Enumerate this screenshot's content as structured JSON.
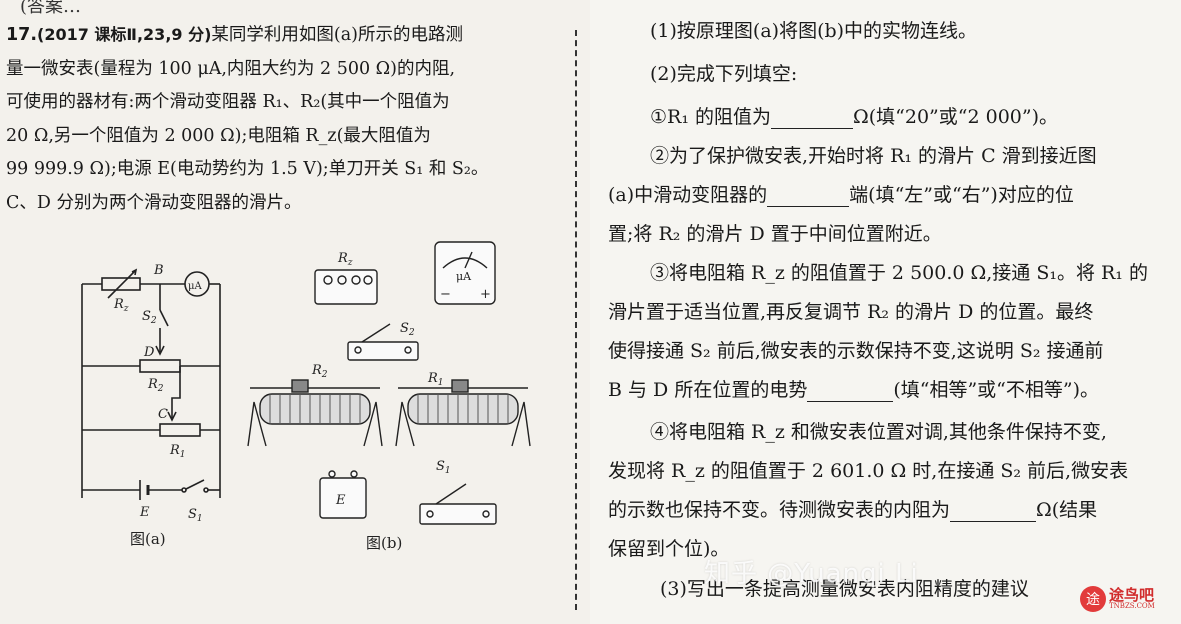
{
  "left": {
    "top_fragment": "(答案…",
    "question_number": "17.",
    "source": "(2017 课标Ⅱ,23,9 分)",
    "lines": [
      "某同学利用如图(a)所示的电路测",
      "量一微安表(量程为 100 μA,内阻大约为 2 500 Ω)的内阻,",
      "可使用的器材有:两个滑动变阻器 R₁、R₂(其中一个阻值为",
      "20 Ω,另一个阻值为 2 000 Ω);电阻箱 R_z(最大阻值为",
      "99 999.9 Ω);电源 E(电动势约为 1.5 V);单刀开关 S₁ 和 S₂。",
      "C、D 分别为两个滑动变阻器的滑片。"
    ],
    "fig_a": {
      "caption": "图(a)",
      "labels": {
        "Rz": "R",
        "Rz_sub": "z",
        "B": "B",
        "uA": "μA",
        "S2": "S",
        "S2_sub": "2",
        "D": "D",
        "R2": "R",
        "R2_sub": "2",
        "C": "C",
        "R1": "R",
        "R1_sub": "1",
        "E": "E",
        "S1": "S",
        "S1_sub": "1"
      }
    },
    "fig_b": {
      "caption": "图(b)",
      "labels": {
        "Rz": "R",
        "Rz_sub": "z",
        "meter": "μA",
        "minus": "−",
        "plus": "+",
        "S2": "S",
        "S2_sub": "2",
        "R2": "R",
        "R2_sub": "2",
        "R1": "R",
        "R1_sub": "1",
        "E": "E",
        "S1": "S",
        "S1_sub": "1"
      }
    }
  },
  "right": {
    "q1": "(1)按原理图(a)将图(b)中的实物连线。",
    "q2": "(2)完成下列填空:",
    "q2_1_a": "①R₁ 的阻值为",
    "q2_1_b": "Ω(填“20”或“2 000”)。",
    "q2_2_a": "②为了保护微安表,开始时将 R₁ 的滑片 C 滑到接近图",
    "q2_2_b1": "(a)中滑动变阻器的",
    "q2_2_b2": "端(填“左”或“右”)对应的位",
    "q2_2_c": "置;将 R₂ 的滑片 D 置于中间位置附近。",
    "q2_3_a": "③将电阻箱 R_z 的阻值置于 2 500.0 Ω,接通 S₁。将 R₁ 的",
    "q2_3_b": "滑片置于适当位置,再反复调节 R₂ 的滑片 D 的位置。最终",
    "q2_3_c": "使得接通 S₂ 前后,微安表的示数保持不变,这说明 S₂ 接通前",
    "q2_3_d1": "B 与 D 所在位置的电势",
    "q2_3_d2": "(填“相等”或“不相等”)。",
    "q2_4_a": "④将电阻箱 R_z 和微安表位置对调,其他条件保持不变,",
    "q2_4_b": "发现将 R_z 的阻值置于 2 601.0 Ω 时,在接通 S₂ 前后,微安表",
    "q2_4_c1": "的示数也保持不变。待测微安表的内阻为",
    "q2_4_c2": "Ω(结果",
    "q2_4_d": "保留到个位)。",
    "q3": "(3)写出一条提高测量微安表内阻精度的建议"
  },
  "watermark": "知乎 @Yuanqi Li",
  "logo": {
    "mark": "途",
    "text": "途鸟吧",
    "sub": "TNBZS.COM"
  }
}
